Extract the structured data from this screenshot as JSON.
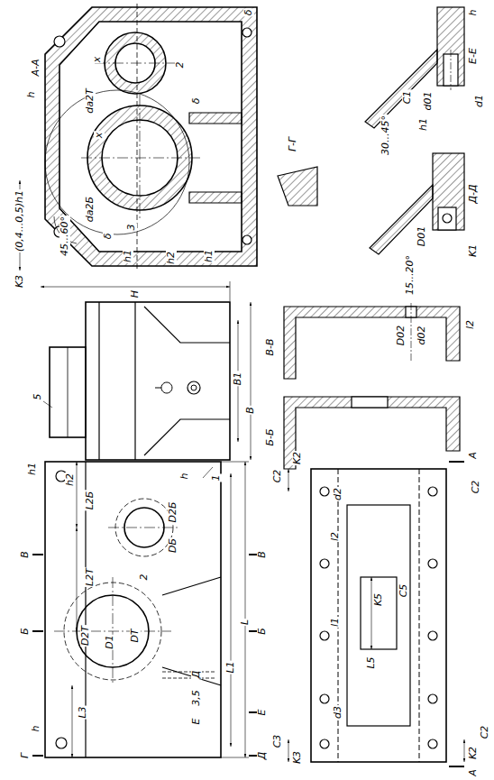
{
  "diagram": {
    "labels": [
      "А-А",
      "h",
      "x",
      "da2Т",
      "2",
      "δ",
      "x",
      "δ",
      "da2Б",
      "45...60°",
      "δ",
      "3",
      "h1",
      "h2",
      "h1",
      "(0,4...0,5)h1",
      "K3",
      "H",
      "5",
      "B1",
      "B",
      "1",
      "h1",
      "h2",
      "h",
      "L2Б",
      "D2Б",
      "DБ",
      "2",
      "L2Т",
      "D2Т",
      "D1",
      "DТ",
      "L",
      "L1",
      "В",
      "Б",
      "В",
      "Б",
      "L3",
      "Д",
      "3,5",
      "Е",
      "h",
      "Г",
      "Е",
      "Д",
      "А",
      "А",
      "C2",
      "K2",
      "d2",
      "l2",
      "l1",
      "K5",
      "C5",
      "L5",
      "d3",
      "K3",
      "C3",
      "K2",
      "C2",
      "C2",
      "В-В",
      "Б-Б",
      "D02",
      "d02",
      "l2",
      "Г-Г",
      "Д-Д",
      "D01",
      "K1",
      "15...20°",
      "Е-Е",
      "h",
      "C1",
      "d01",
      "d1",
      "h1",
      "30...45°"
    ]
  }
}
